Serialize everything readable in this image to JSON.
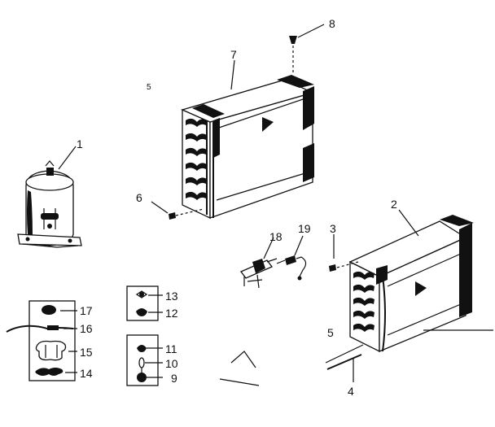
{
  "callouts": {
    "c1": "1",
    "c2": "2",
    "c3": "3",
    "c4": "4",
    "c5": "5",
    "c6": "6",
    "c7": "7",
    "c8": "8",
    "c9": "9",
    "c10": "10",
    "c11": "11",
    "c12": "12",
    "c13": "13",
    "c14": "14",
    "c15": "15",
    "c16": "16",
    "c17": "17",
    "c18": "18",
    "c19": "19"
  },
  "stray_mark": "5"
}
